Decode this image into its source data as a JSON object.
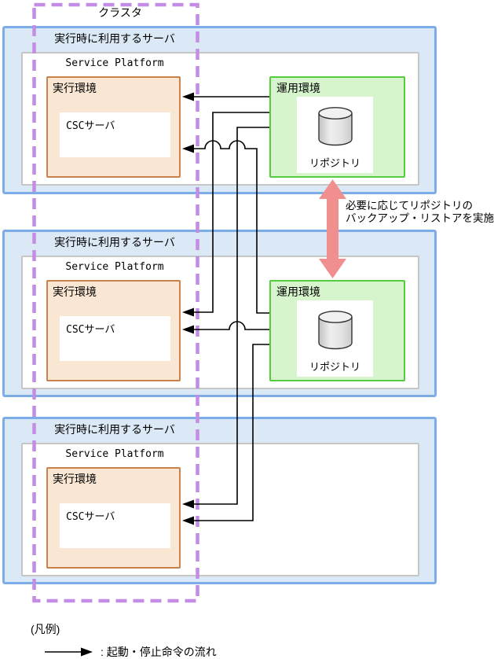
{
  "cluster": {
    "label": "クラスタ"
  },
  "servers": [
    {
      "title": "実行時に利用するサーバ",
      "platform": "Service Platform",
      "exec_env": {
        "label": "実行環境",
        "csc_server": "CSCサーバ"
      },
      "ops_env": {
        "label": "運用環境",
        "repository": "リポジトリ"
      }
    },
    {
      "title": "実行時に利用するサーバ",
      "platform": "Service Platform",
      "exec_env": {
        "label": "実行環境",
        "csc_server": "CSCサーバ"
      },
      "ops_env": {
        "label": "運用環境",
        "repository": "リポジトリ"
      }
    },
    {
      "title": "実行時に利用するサーバ",
      "platform": "Service Platform",
      "exec_env": {
        "label": "実行環境",
        "csc_server": "CSCサーバ"
      }
    }
  ],
  "backup_note": {
    "line1": "必要に応じてリポジトリの",
    "line2": "バックアップ・リストアを実施"
  },
  "legend": {
    "heading": "(凡例)",
    "arrow_label": ": 起動・停止命令の流れ"
  },
  "colors": {
    "cluster_border": "#c48ce4",
    "server_border": "#7cade9",
    "server_fill": "#dbe9f7",
    "platform_border": "#c6c6c6",
    "exec_border": "#c9824b",
    "exec_fill": "#f9e7d3",
    "ops_border": "#55cc3e",
    "ops_fill": "#d6f5cc",
    "backup_arrow": "#f18e8e",
    "flow_line": "#000000"
  }
}
